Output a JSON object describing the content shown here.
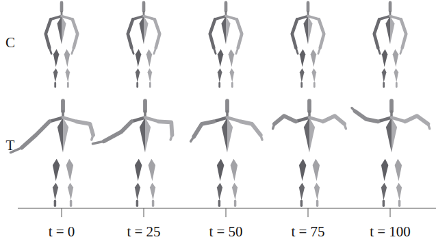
{
  "diagram": {
    "labels": [
      "C",
      "T",
      "t = 0",
      "t = 25",
      "t = 50",
      "t = 75",
      "t = 100"
    ]
  }
}
